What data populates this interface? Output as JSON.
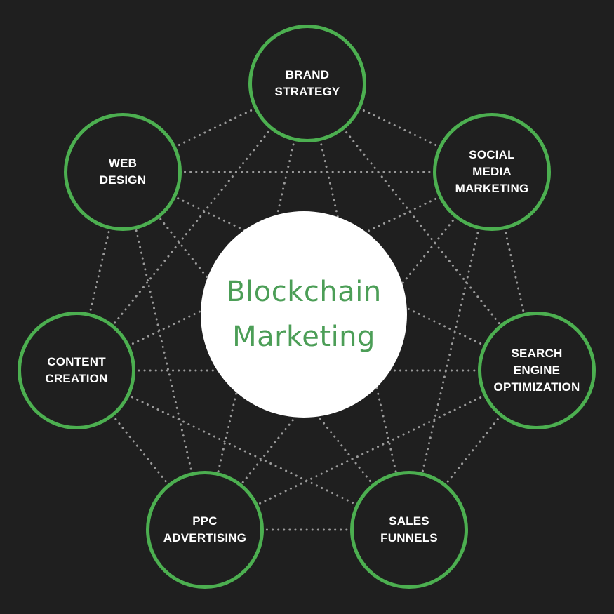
{
  "colors": {
    "background": "#1f1f1f",
    "accent": "#4caf50",
    "center_text": "#4c9e57",
    "center_fill": "#ffffff",
    "node_text": "#ffffff",
    "connector": "#9a9a9a"
  },
  "center": {
    "title": "Blockchain\nMarketing"
  },
  "nodes": [
    {
      "label": "BRAND\nSTRATEGY"
    },
    {
      "label": "SOCIAL\nMEDIA\nMARKETING"
    },
    {
      "label": "SEARCH\nENGINE\nOPTIMIZATION"
    },
    {
      "label": "SALES\nFUNNELS"
    },
    {
      "label": "PPC\nADVERTISING"
    },
    {
      "label": "CONTENT\nCREATION"
    },
    {
      "label": "WEB\nDESIGN"
    }
  ]
}
